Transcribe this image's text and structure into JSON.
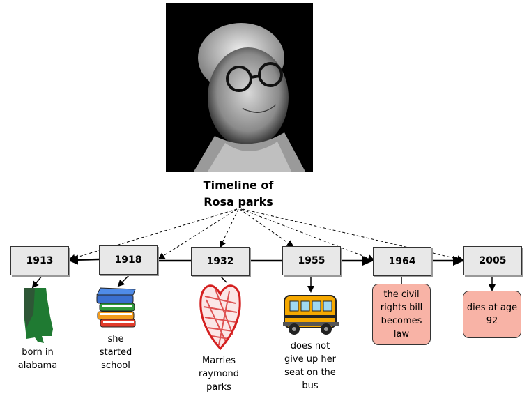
{
  "title": {
    "line1": "Timeline of",
    "line2": "Rosa parks"
  },
  "photo": {
    "subject": "portrait-photo"
  },
  "events": [
    {
      "year": "1913",
      "description": "born in alabama",
      "icon": "alabama-map-icon"
    },
    {
      "year": "1918",
      "description": "she started school",
      "icon": "books-icon"
    },
    {
      "year": "1932",
      "description": "Marries raymond parks",
      "icon": "heart-icon"
    },
    {
      "year": "1955",
      "description": "does not give up her seat on the bus",
      "icon": "school-bus-icon"
    },
    {
      "year": "1964",
      "description": "the civil rights bill becomes law",
      "icon": ""
    },
    {
      "year": "2005",
      "description": "dies at age 92",
      "icon": ""
    }
  ],
  "captions": {
    "e1913": [
      "born in",
      "alabama"
    ],
    "e1918": [
      "she",
      "started",
      "school"
    ],
    "e1932": [
      "Marries",
      "raymond",
      "parks"
    ],
    "e1955": [
      "does not",
      "give up her",
      "seat on the",
      "bus"
    ],
    "e1964": [
      "the civil",
      "rights bill",
      "becomes",
      "law"
    ],
    "e2005": [
      "dies at age",
      "92"
    ]
  },
  "colors": {
    "year_box_fill": "#e8e8e8",
    "event_box_fill": "#f8b3a6",
    "alabama_green": "#1f7a32",
    "heart_red": "#d42020",
    "bus_yellow": "#f5a800"
  }
}
